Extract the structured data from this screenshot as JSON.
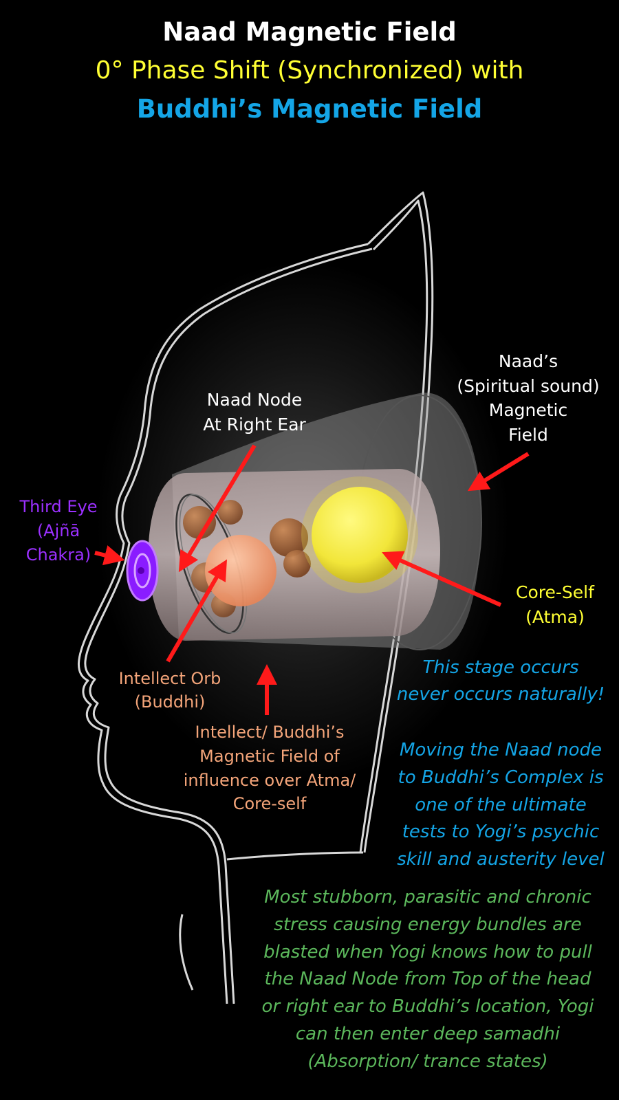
{
  "heading": {
    "line1": "Naad Magnetic Field",
    "line2": "0° Phase Shift (Synchronized) with",
    "line3": "Buddhi’s Magnetic Field"
  },
  "labels": {
    "naad_node": [
      "Naad Node",
      "At Right Ear"
    ],
    "naad_field": [
      "Naad’s",
      "(Spiritual sound)",
      "Magnetic",
      "Field"
    ],
    "third_eye": [
      "Third Eye",
      "(Ajñā",
      "Chakra)"
    ],
    "core_self": [
      "Core-Self",
      "(Atma)"
    ],
    "intellect_orb": [
      "Intellect Orb",
      "(Buddhi)"
    ],
    "buddhi_field": [
      "Intellect/ Buddhi’s",
      "Magnetic Field of",
      "influence  over Atma/",
      "Core-self"
    ]
  },
  "notes": {
    "stage": [
      "This stage occurs",
      "never occurs naturally!"
    ],
    "moving": [
      "Moving the Naad node",
      "to Buddhi’s Complex is",
      "one of the ultimate",
      "tests to Yogi’s psychic",
      "skill and austerity level"
    ],
    "stubborn": [
      "Most stubborn, parasitic and chronic",
      "stress causing energy bundles are",
      "blasted when Yogi knows how to pull",
      "the Naad Node from Top of the head",
      "or right ear to Buddhi’s location, Yogi",
      "can then enter deep samadhi",
      "(Absorption/ trance states)"
    ]
  },
  "colors": {
    "white": "#ffffff",
    "yellow": "#ffff33",
    "blue": "#14a5e6",
    "purple": "#9b30ff",
    "orange": "#f4a57a",
    "green": "#5cb85c",
    "arrow": "#ff1a1a",
    "core_orb": "#f2e63a"
  }
}
